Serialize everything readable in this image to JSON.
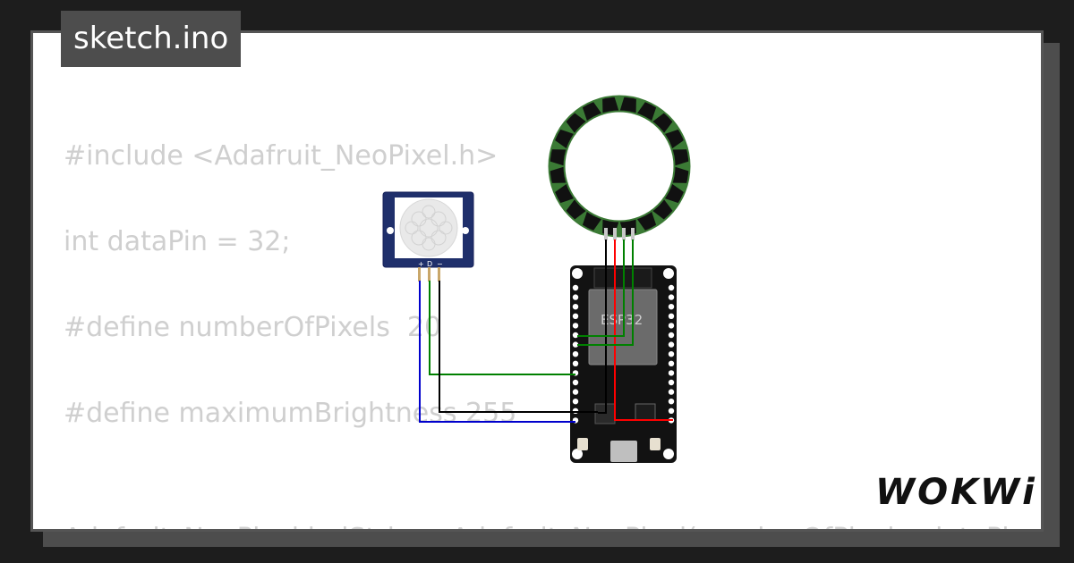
{
  "title": "sketch.ino",
  "brand": "WOKWi",
  "code_lines": [
    "#include <Adafruit_NeoPixel.h>",
    "int dataPin = 32;",
    "#define numberOfPixels  20",
    "#define maximumBrightness 255",
    "Adafruit_NeoPixel ledStrip = Adafruit_NeoPixel(numberOfPixels, dataPi"
  ],
  "components": {
    "pir": {
      "pins": [
        "+",
        "D",
        "−"
      ]
    },
    "esp32": {
      "label": "ESP32"
    },
    "neopixel_ring": {
      "pixel_count": 20
    }
  },
  "colors": {
    "wire_green": "#008000",
    "wire_black": "#000000",
    "wire_red": "#ff0000",
    "wire_blue": "#0000cc",
    "pcb_blue": "#1f2f6b",
    "board_black": "#121212",
    "ring_green": "#3b7a35"
  }
}
